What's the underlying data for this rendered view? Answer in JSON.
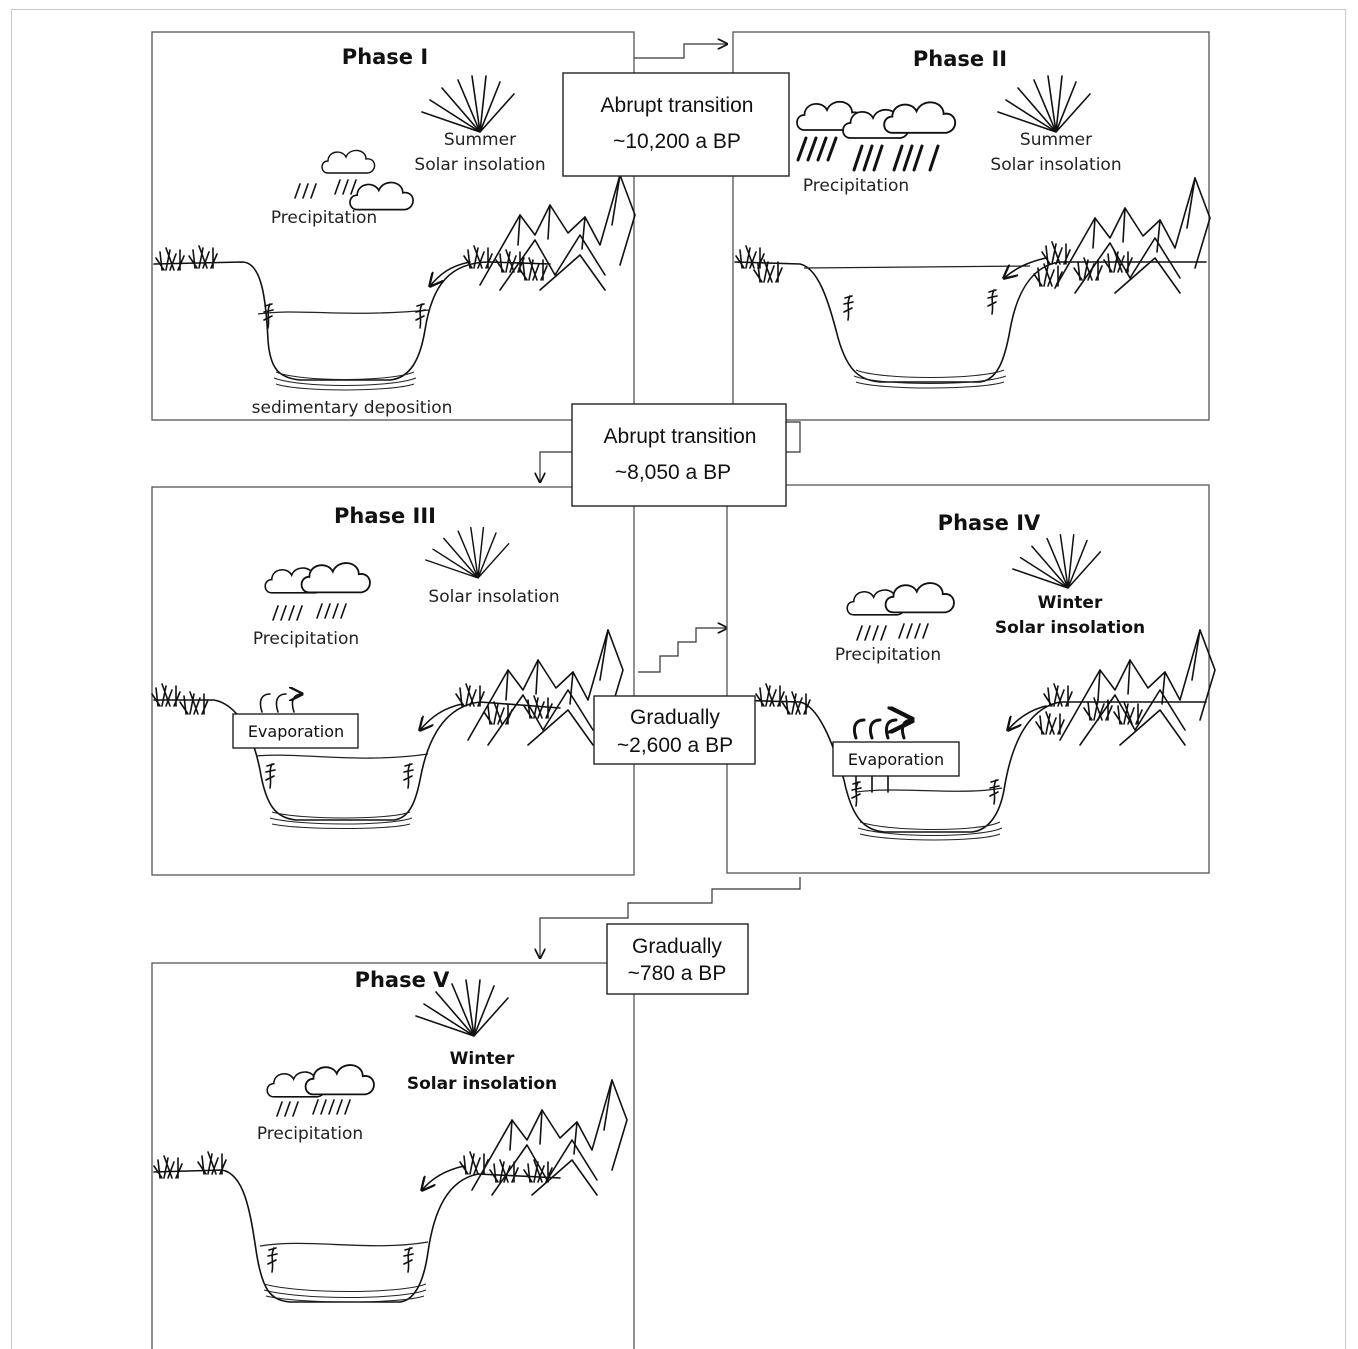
{
  "phases": [
    {
      "title": "Phase I",
      "insolation_season": "Summer",
      "insolation_label": "Solar insolation",
      "precipitation_label": "Precipitation",
      "sediment_label": "sedimentary deposition"
    },
    {
      "title": "Phase II",
      "insolation_season": "Summer",
      "insolation_label": "Solar insolation",
      "precipitation_label": "Precipitation"
    },
    {
      "title": "Phase III",
      "insolation_label": "Solar insolation",
      "precipitation_label": "Precipitation",
      "evaporation_label": "Evaporation"
    },
    {
      "title": "Phase IV",
      "insolation_season": "Winter",
      "insolation_label": "Solar insolation",
      "precipitation_label": "Precipitation",
      "evaporation_label": "Evaporation"
    },
    {
      "title": "Phase V",
      "insolation_season": "Winter",
      "insolation_label": "Solar insolation",
      "precipitation_label": "Precipitation"
    }
  ],
  "transitions": [
    {
      "kind": "Abrupt transition",
      "age": "~10,200 a BP"
    },
    {
      "kind": "Abrupt transition",
      "age": "~8,050 a BP"
    },
    {
      "kind": "Gradually",
      "age": "~2,600 a BP"
    },
    {
      "kind": "Gradually",
      "age": "~780 a BP"
    }
  ]
}
